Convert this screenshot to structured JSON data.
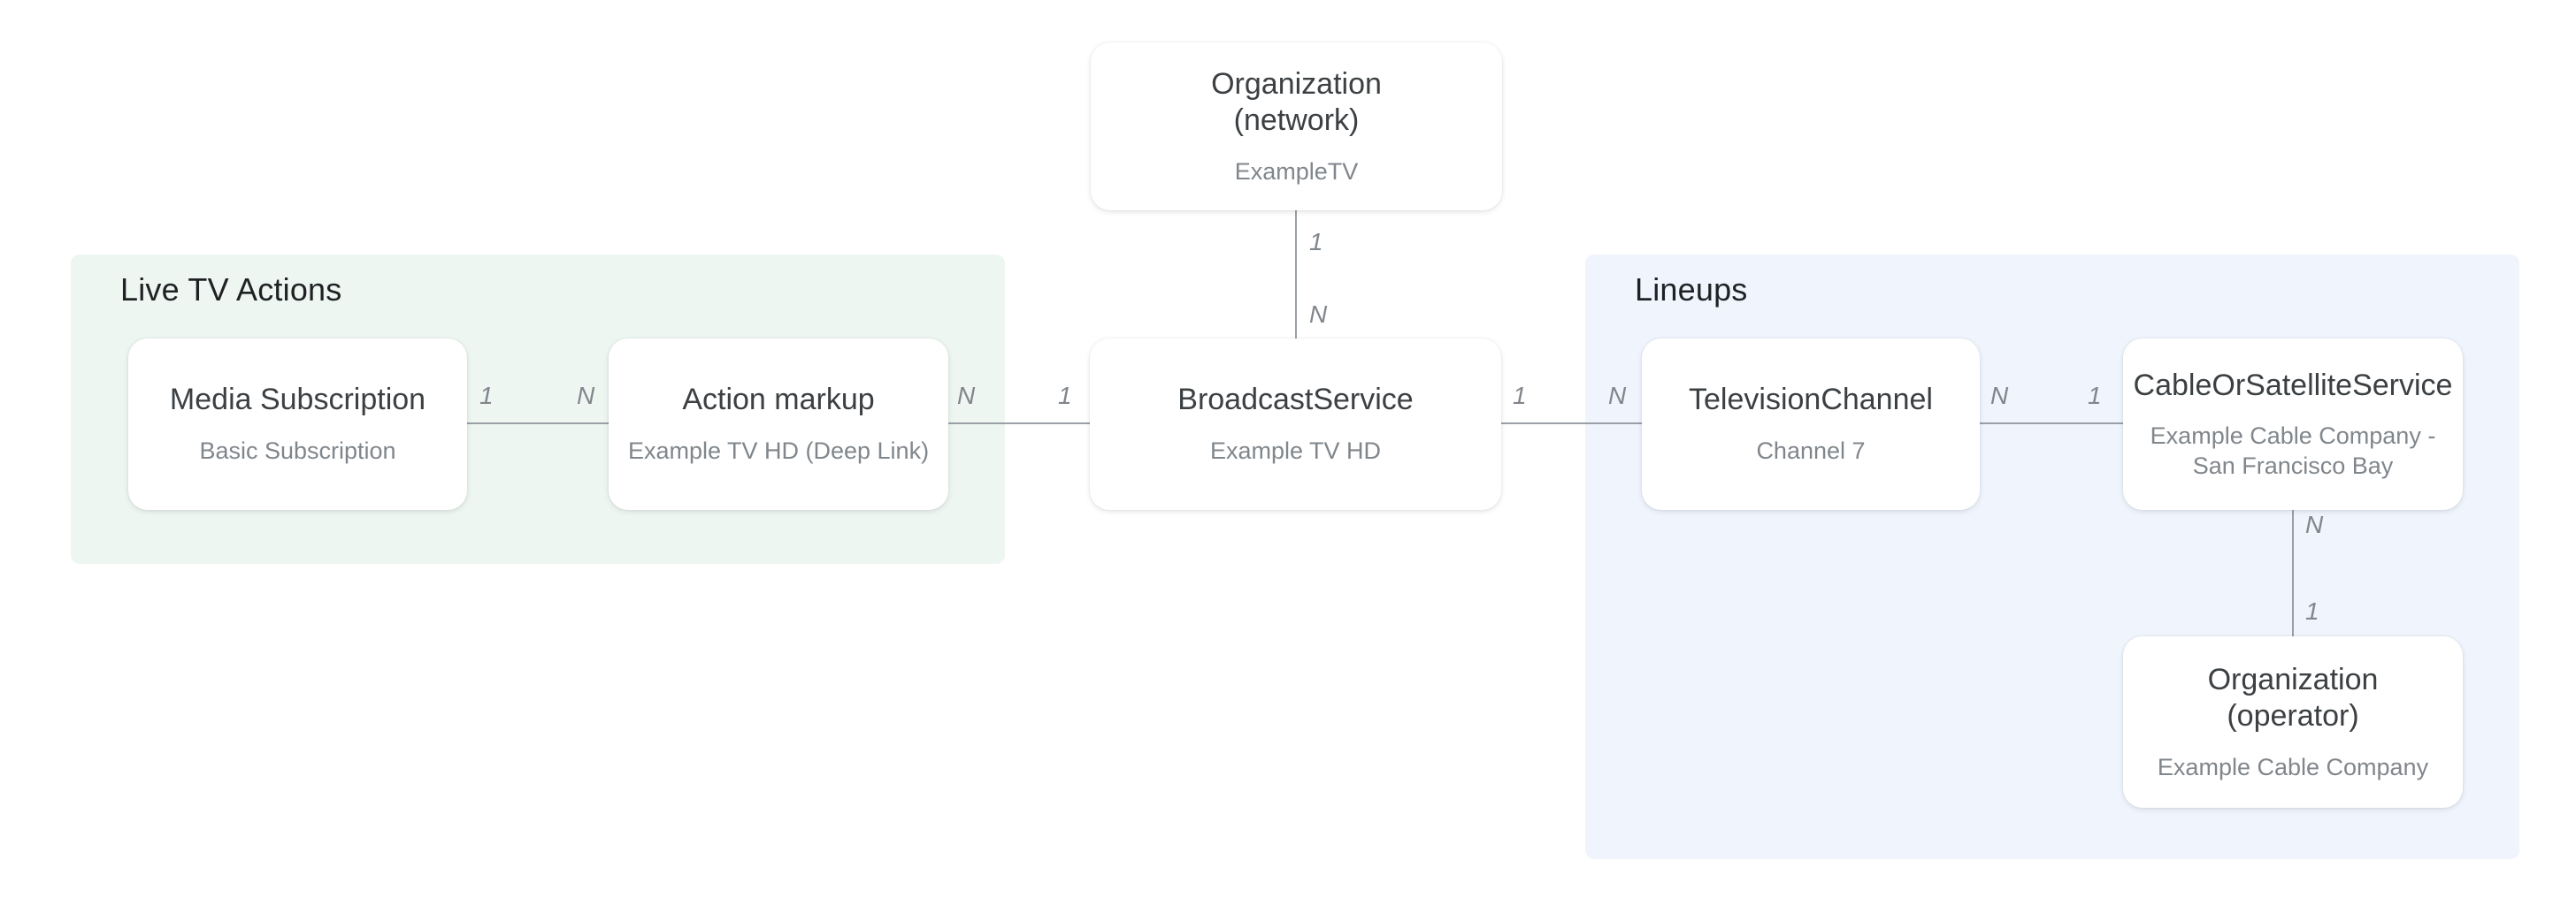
{
  "diagram": {
    "groups": [
      {
        "id": "live-tv-actions",
        "title": "Live TV Actions",
        "color": "#edf6f1"
      },
      {
        "id": "lineups",
        "title": "Lineups",
        "color": "#eff4fd"
      }
    ],
    "nodes": [
      {
        "id": "organization-network",
        "title": "Organization\n(network)",
        "subtitle": "ExampleTV"
      },
      {
        "id": "media-subscription",
        "title": "Media Subscription",
        "subtitle": "Basic Subscription"
      },
      {
        "id": "action-markup",
        "title": "Action markup",
        "subtitle": "Example TV HD (Deep Link)"
      },
      {
        "id": "broadcast-service",
        "title": "BroadcastService",
        "subtitle": "Example TV HD"
      },
      {
        "id": "television-channel",
        "title": "TelevisionChannel",
        "subtitle": "Channel 7"
      },
      {
        "id": "cable-or-satellite-service",
        "title": "CableOrSatelliteService",
        "subtitle": "Example Cable Company -\nSan Francisco Bay"
      },
      {
        "id": "organization-operator",
        "title": "Organization (operator)",
        "subtitle": "Example Cable Company"
      }
    ],
    "edges": [
      {
        "id": "org-network-to-broadcast",
        "from": "organization-network",
        "to": "broadcast-service",
        "from_card": "1",
        "to_card": "N"
      },
      {
        "id": "media-subscription-to-action",
        "from": "media-subscription",
        "to": "action-markup",
        "from_card": "1",
        "to_card": "N"
      },
      {
        "id": "action-to-broadcast",
        "from": "action-markup",
        "to": "broadcast-service",
        "from_card": "N",
        "to_card": "1"
      },
      {
        "id": "broadcast-to-television-channel",
        "from": "broadcast-service",
        "to": "television-channel",
        "from_card": "1",
        "to_card": "N"
      },
      {
        "id": "television-channel-to-cable",
        "from": "television-channel",
        "to": "cable-or-satellite-service",
        "from_card": "N",
        "to_card": "1"
      },
      {
        "id": "cable-to-org-operator",
        "from": "cable-or-satellite-service",
        "to": "organization-operator",
        "from_card": "N",
        "to_card": "1"
      }
    ]
  }
}
